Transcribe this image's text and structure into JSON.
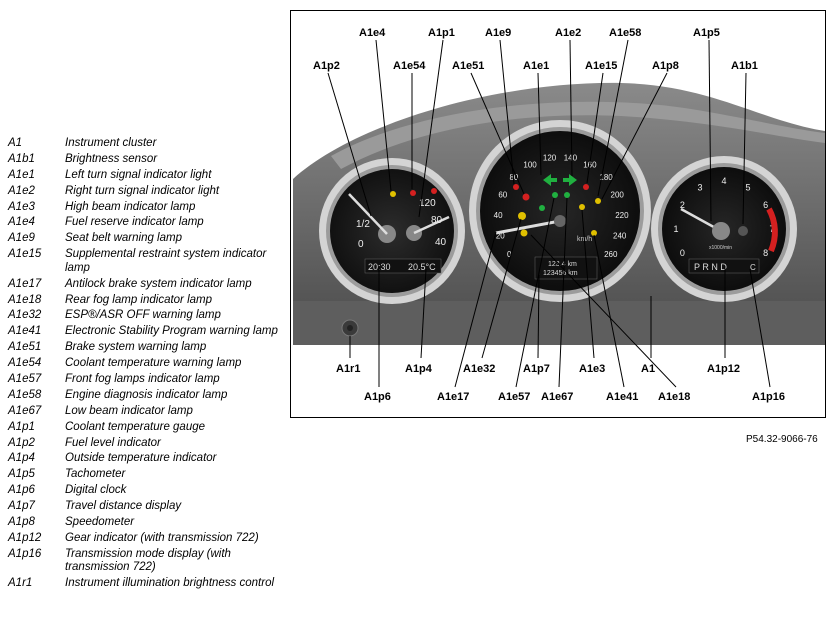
{
  "legend": [
    {
      "code": "A1",
      "desc": "Instrument cluster"
    },
    {
      "code": "A1b1",
      "desc": "Brightness sensor"
    },
    {
      "code": "A1e1",
      "desc": "Left turn signal indicator light"
    },
    {
      "code": "A1e2",
      "desc": "Right turn signal indicator light"
    },
    {
      "code": "A1e3",
      "desc": "High beam indicator lamp"
    },
    {
      "code": "A1e4",
      "desc": "Fuel reserve indicator lamp"
    },
    {
      "code": "A1e9",
      "desc": "Seat belt warning lamp"
    },
    {
      "code": "A1e15",
      "desc": "Supplemental restraint system indicator lamp"
    },
    {
      "code": "A1e17",
      "desc": "Antilock brake system indicator lamp"
    },
    {
      "code": "A1e18",
      "desc": "Rear fog lamp indicator lamp"
    },
    {
      "code": "A1e32",
      "desc": "ESP®/ASR OFF warning lamp"
    },
    {
      "code": "A1e41",
      "desc": "Electronic Stability Program warning lamp"
    },
    {
      "code": "A1e51",
      "desc": "Brake system warning lamp"
    },
    {
      "code": "A1e54",
      "desc": "Coolant temperature warning lamp"
    },
    {
      "code": "A1e57",
      "desc": "Front fog lamps indicator lamp"
    },
    {
      "code": "A1e58",
      "desc": "Engine diagnosis indicator lamp"
    },
    {
      "code": "A1e67",
      "desc": "Low beam indicator lamp"
    },
    {
      "code": "A1p1",
      "desc": "Coolant temperature gauge"
    },
    {
      "code": "A1p2",
      "desc": "Fuel level indicator"
    },
    {
      "code": "A1p4",
      "desc": "Outside temperature indicator"
    },
    {
      "code": "A1p5",
      "desc": "Tachometer"
    },
    {
      "code": "A1p6",
      "desc": "Digital clock"
    },
    {
      "code": "A1p7",
      "desc": "Travel distance display"
    },
    {
      "code": "A1p8",
      "desc": "Speedometer"
    },
    {
      "code": "A1p12",
      "desc": "Gear indicator (with transmission 722)"
    },
    {
      "code": "A1p16",
      "desc": "Transmission mode display (with transmission 722)"
    },
    {
      "code": "A1r1",
      "desc": "Instrument illumination brightness control"
    }
  ],
  "callouts": {
    "A1e4": "A1e4",
    "A1p1": "A1p1",
    "A1e9": "A1e9",
    "A1e2": "A1e2",
    "A1e58": "A1e58",
    "A1p5": "A1p5",
    "A1p2": "A1p2",
    "A1e54": "A1e54",
    "A1e51": "A1e51",
    "A1e1": "A1e1",
    "A1e15": "A1e15",
    "A1p8": "A1p8",
    "A1b1": "A1b1",
    "A1r1": "A1r1",
    "A1p4": "A1p4",
    "A1e32": "A1e32",
    "A1p7": "A1p7",
    "A1e3": "A1e3",
    "A1": "A1",
    "A1p12": "A1p12",
    "A1p6": "A1p6",
    "A1e17": "A1e17",
    "A1e57": "A1e57",
    "A1e67": "A1e67",
    "A1e41": "A1e41",
    "A1e18": "A1e18",
    "A1p16": "A1p16"
  },
  "gauges": {
    "fuel": {
      "half": "1/2",
      "zero": "0"
    },
    "coolant": {
      "t120": "120",
      "t80": "80",
      "t40": "40"
    },
    "speedo": {
      "ticks": [
        "0",
        "20",
        "40",
        "60",
        "80",
        "100",
        "120",
        "140",
        "160",
        "180",
        "200",
        "220",
        "240",
        "260"
      ],
      "unit": "km/h"
    },
    "tacho": {
      "ticks": [
        "0",
        "1",
        "2",
        "3",
        "4",
        "5",
        "6",
        "7",
        "8"
      ],
      "unit": "x1000/min"
    }
  },
  "displays": {
    "clock": "20:30",
    "outside_temp": "20.5°C",
    "trip": "123.4 km",
    "odometer": "123456 km",
    "gear": "P R N D",
    "mode": "C"
  },
  "reference_code": "P54.32-9066-76",
  "colors": {
    "warning_red": "#d42020",
    "signal_green": "#20b040",
    "amber": "#e0c000",
    "dash": "#555"
  }
}
